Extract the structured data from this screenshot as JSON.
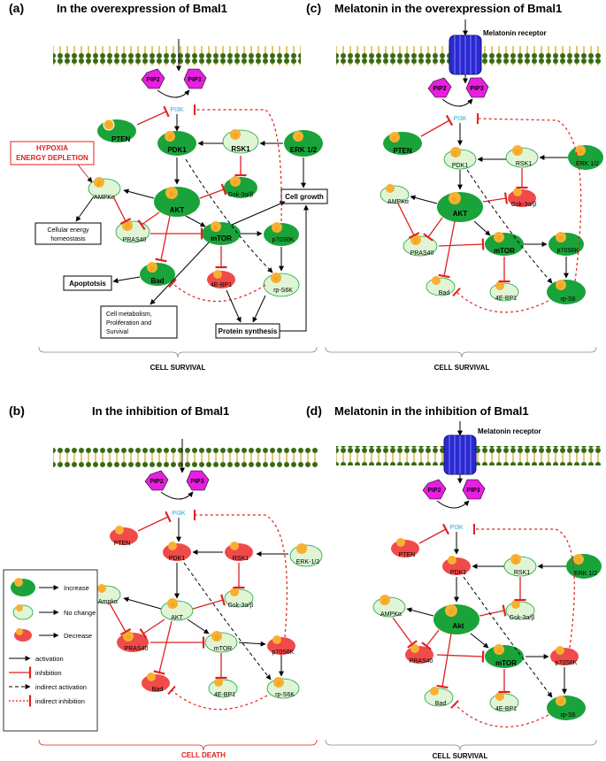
{
  "panels": {
    "a": {
      "letter": "(a)",
      "title": "In the overexpression of Bmal1",
      "bottom": "CELL SURVIVAL"
    },
    "b": {
      "letter": "(b)",
      "title": "In the inhibition of Bmal1",
      "bottom": "CELL DEATH"
    },
    "c": {
      "letter": "(c)",
      "title": "Melatonin in the overexpression of Bmal1",
      "bottom": "CELL SURVIVAL"
    },
    "d": {
      "letter": "(d)",
      "title": "Melatonin in the inhibition of Bmal1",
      "bottom": "CELL SURVIVAL"
    }
  },
  "labels": {
    "pip2": "PIP2",
    "pip3": "PIP3",
    "pi3k": "PI3K",
    "pten": "PTEN",
    "pdk1": "PDK1",
    "rsk1": "RSK1",
    "erk": "ERK 1/2",
    "erk_b": "ERK-1/2",
    "akt": "AKT",
    "akt_d": "Akt",
    "ampk": "AMPKα",
    "ampk_b": "Ampkα",
    "gsk": "Gsk-3α/β",
    "pras40": "PRAS40",
    "mtor": "mTOR",
    "p70s6k": "p70S6K",
    "bad": "Bad",
    "ebp1": "4E-BP1",
    "rps6k": "rp-S6K",
    "rps6": "rp-S6",
    "p": "p",
    "melatonin_receptor": "Melatonin receptor",
    "hypoxia1": "HYPOXIA",
    "hypoxia2": "ENERGY DEPLETION",
    "cell_growth": "Cell growth",
    "cellular_energy1": "Cellular energy",
    "cellular_energy2": "homeostasis",
    "apoptosis": "Apoptotsis",
    "metab1": "Cell metabolism,",
    "metab2": "Proliferation and",
    "metab3": "Survival",
    "protein_synthesis": "Protein synthesis"
  },
  "legend": {
    "increase": "Increase",
    "nochange": "No change",
    "decrease": "Decrease",
    "activation": "activation",
    "inhibition": "inhibition",
    "indirect_activation": "indirect activation",
    "indirect_inhibition": "indirect inhibition"
  },
  "colors": {
    "increase": "#1aa33a",
    "nochange": "#dff5d6",
    "decrease": "#f04a4a",
    "pip": "#e81ee0",
    "pi3k": "#2aa8c8",
    "inhib": "#e02020",
    "receptor": "#2a2ad0"
  }
}
